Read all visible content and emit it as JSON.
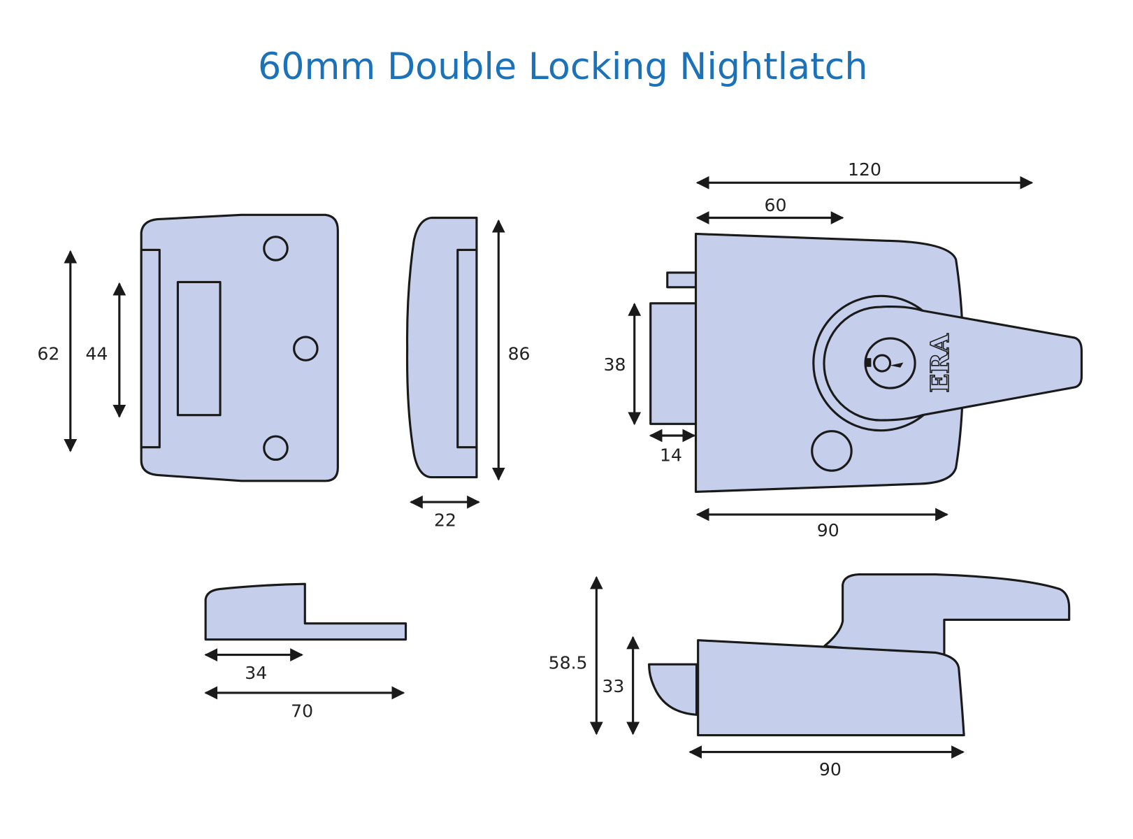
{
  "title": "60mm Double Locking Nightlatch",
  "colors": {
    "title": "#1c72b8",
    "part_fill": "#c5cfeb",
    "outline": "#1a1a1a"
  },
  "logo_text": "ERA",
  "dimensions": {
    "staple_front_outer_height": "62",
    "staple_front_inner_height": "44",
    "staple_side_height": "86",
    "staple_side_depth": "22",
    "lock_overall_width": "120",
    "lock_backset": "60",
    "lock_bolt_height": "38",
    "lock_bolt_projection": "14",
    "lock_body_width": "90",
    "staple_top_step": "34",
    "staple_top_length": "70",
    "lock_side_overall_height": "58.5",
    "lock_side_body_height": "33",
    "lock_side_body_width": "90"
  }
}
